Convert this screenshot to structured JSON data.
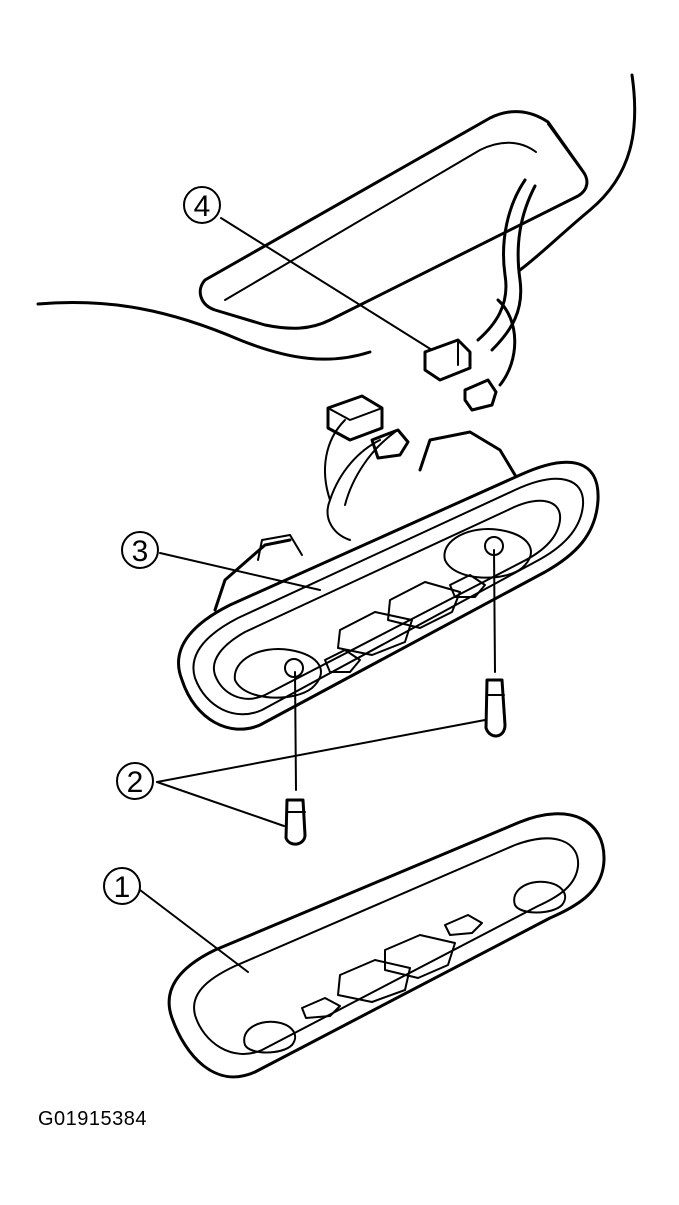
{
  "callouts": [
    {
      "id": "1",
      "label": "1"
    },
    {
      "id": "2",
      "label": "2"
    },
    {
      "id": "3",
      "label": "3"
    },
    {
      "id": "4",
      "label": "4"
    }
  ],
  "figure_code": "G01915384"
}
